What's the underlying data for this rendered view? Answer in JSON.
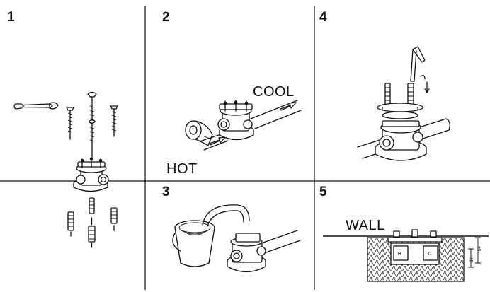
{
  "steps": [
    {
      "number": "1"
    },
    {
      "number": "2",
      "labels": {
        "cool": "COOL",
        "hot": "HOT"
      }
    },
    {
      "number": "3"
    },
    {
      "number": "4"
    },
    {
      "number": "5",
      "labels": {
        "wall": "WALL"
      }
    }
  ],
  "valve_marks": {
    "hot": "H",
    "cold": "C"
  },
  "dimension_marks": {
    "outer": "64",
    "inner": "36"
  }
}
